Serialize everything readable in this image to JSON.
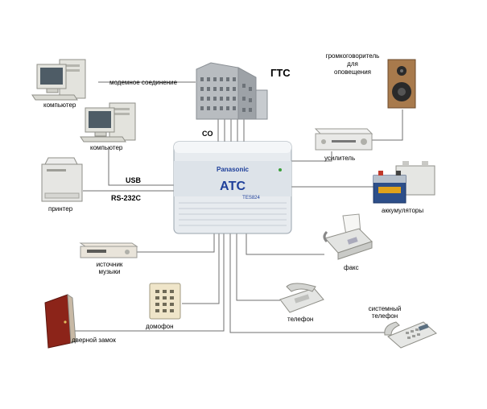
{
  "pbx": {
    "brand": "Panasonic",
    "title": "АТС",
    "model": "TES824"
  },
  "labels": {
    "gts": "ГТС",
    "co": "CO",
    "modem": "модемное соединение",
    "computer1": "компьютер",
    "computer2": "компьютер",
    "usb": "USB",
    "rs232": "RS-232C",
    "printer": "принтер",
    "speaker_line1": "громкоговоритель",
    "speaker_line2": "для",
    "speaker_line3": "оповещения",
    "amplifier": "усилитель",
    "batteries": "аккумуляторы",
    "music_line1": "источник",
    "music_line2": "музыки",
    "fax": "факс",
    "intercom": "домофон",
    "phone": "телефон",
    "sys_phone_line1": "системный",
    "sys_phone_line2": "телефон",
    "door_lock": "дверной замок"
  },
  "icons": {
    "computer": "desktop-computer-icon",
    "printer": "printer-icon",
    "speaker": "loudspeaker-icon",
    "amplifier": "amplifier-icon",
    "battery": "battery-icon",
    "music": "music-player-icon",
    "fax": "fax-icon",
    "intercom": "intercom-icon",
    "phone": "telephone-icon",
    "system_phone": "system-telephone-icon",
    "door": "door-icon",
    "building": "city-building-icon"
  },
  "colors": {
    "wire": "#6f6f6f",
    "pbx_body": "#e7ebef",
    "pbx_accent": "#1e3f9a",
    "door": "#a3291d"
  }
}
